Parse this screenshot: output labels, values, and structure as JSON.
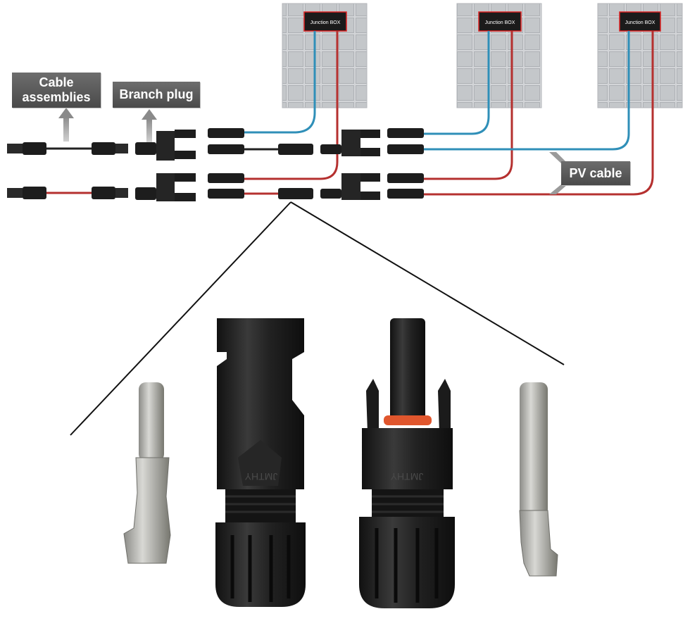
{
  "labels": {
    "cable_assemblies": "Cable assemblies",
    "branch_plug": "Branch plug",
    "pv_cable": "PV cable"
  },
  "panels": [
    {
      "junction_box": "Junction BOX"
    },
    {
      "junction_box": "Junction BOX"
    },
    {
      "junction_box": "Junction BOX"
    }
  ],
  "connector_text": {
    "left_body": "JMTHY",
    "right_body": "JMTHY"
  },
  "colors": {
    "positive_wire": "#b5302f",
    "negative_wire": "#2f8fb8",
    "connector_body": "#1f1f1f",
    "seal_ring": "#e0562d",
    "metal_pin": "#a9a9a5",
    "label_box": "#5a5a5a",
    "panel_grid": "#c7c9cc"
  }
}
